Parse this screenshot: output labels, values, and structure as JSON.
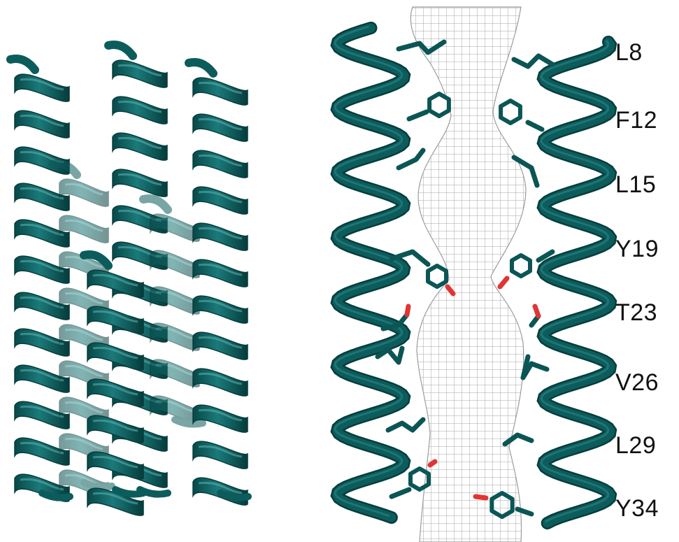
{
  "figure": {
    "left_panel": "ribbon-bundle-four-helices",
    "right_panel": "pore-view-two-helices-with-mesh",
    "colors": {
      "helix": "#0d5c5c",
      "helix_dark": "#073d3d",
      "helix_light": "#2a8585",
      "sidechain": "#0b5555",
      "oxygen": "#e03535",
      "mesh": "#a8a8a8",
      "background": "#ffffff"
    }
  },
  "residues": [
    "L8",
    "F12",
    "L15",
    "Y19",
    "T23",
    "V26",
    "L29",
    "Y34"
  ]
}
